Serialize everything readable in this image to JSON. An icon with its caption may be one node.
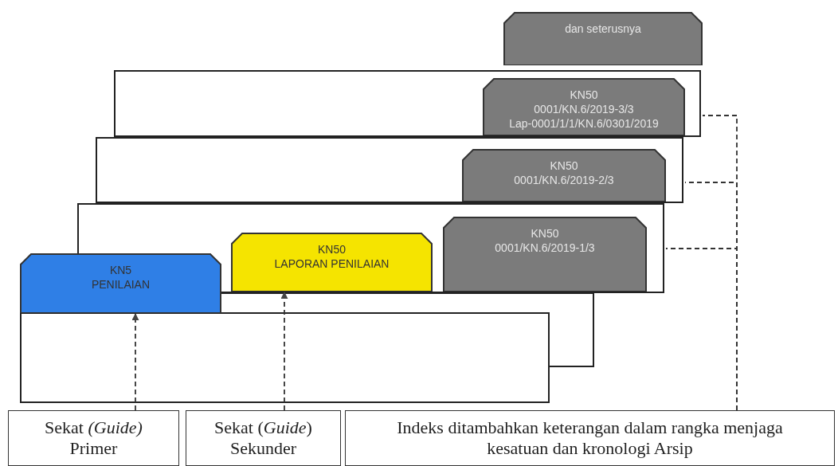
{
  "diagram": {
    "nodes": [
      {
        "text": [
          "dan seterusnya"
        ]
      },
      {
        "text": [],
        "shape": "box"
      },
      {
        "text": [
          "KN50",
          "0001/KN.6/2019-3/3",
          "Lap-0001/1/1/KN.6/0301/2019"
        ],
        "in": 1
      },
      {
        "text": [],
        "shape": "box"
      },
      {
        "text": [
          "KN50",
          "0001/KN.6/2019-2/3"
        ],
        "in": 3
      },
      {
        "text": [],
        "shape": "box"
      },
      {
        "text": [
          "KN50",
          "0001/KN.6/2019-1/3"
        ],
        "in": 5
      },
      {
        "text": [
          "KN50",
          "LAPORAN PENILAIAN"
        ],
        "in": 5
      },
      {
        "text": [
          "KN5",
          "PENILAIAN"
        ]
      },
      {
        "text": [
          "Sekat *(Guide)* Primer"
        ]
      },
      {
        "text": [
          "Sekat (*Guide*) Sekunder"
        ]
      },
      {
        "text": [
          "Indeks ditambahkan keterangan dalam rangka menjaga kesatuan dan kronologi Arsip"
        ]
      }
    ],
    "edges": [
      {
        "from": 9,
        "to": 8,
        "arrow": "to",
        "style": "dashed"
      },
      {
        "from": 10,
        "to": 7,
        "arrow": "to",
        "style": "dashed"
      },
      {
        "from": 11,
        "to": 1,
        "arrow": "none",
        "style": "dashed"
      },
      {
        "from": 11,
        "to": 3,
        "arrow": "none",
        "style": "dashed"
      },
      {
        "from": 11,
        "to": 5,
        "arrow": "none",
        "style": "dashed"
      }
    ]
  }
}
